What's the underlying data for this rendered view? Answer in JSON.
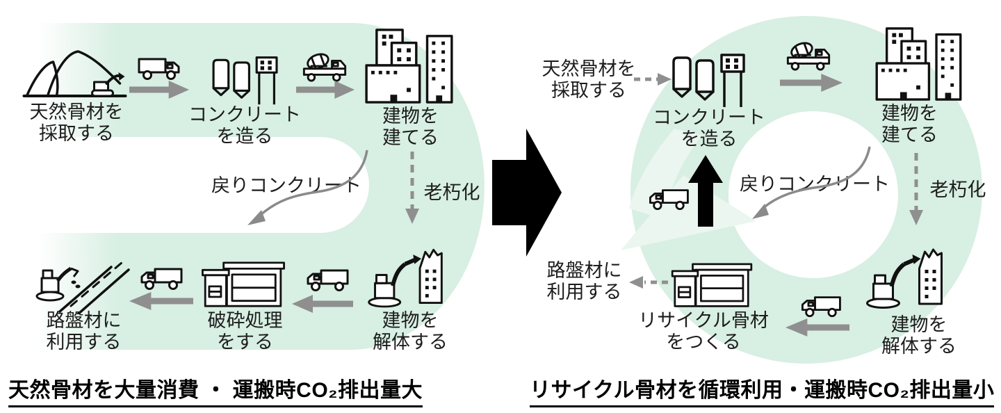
{
  "colors": {
    "band_green": "#d8efe3",
    "swoosh_green": "#eaf6ef",
    "arrow_gray": "#8f8f8f",
    "icon_black": "#111111",
    "text_black": "#1c1c1c"
  },
  "left_diagram": {
    "caption": "天然骨材を大量消費 ・ 運搬時CO₂排出量大",
    "labels": {
      "extract": "天然骨材を\n採取する",
      "make_concrete": "コンクリート\nを造る",
      "build": "建物を\n建てる",
      "aging": "老朽化",
      "returned_concrete": "戻りコンクリート",
      "demolish": "建物を\n解体する",
      "crush": "破砕処理\nをする",
      "roadbed": "路盤材に\n利用する"
    }
  },
  "right_diagram": {
    "caption": "リサイクル骨材を循環利用・運搬時CO₂排出量小",
    "labels": {
      "extract": "天然骨材を\n採取する",
      "make_concrete": "コンクリート\nを造る",
      "build": "建物を\n建てる",
      "aging": "老朽化",
      "returned_concrete": "戻りコンクリート",
      "demolish": "建物を\n解体する",
      "recycle": "リサイクル骨材\nをつくる",
      "roadbed": "路盤材に\n利用する"
    }
  }
}
